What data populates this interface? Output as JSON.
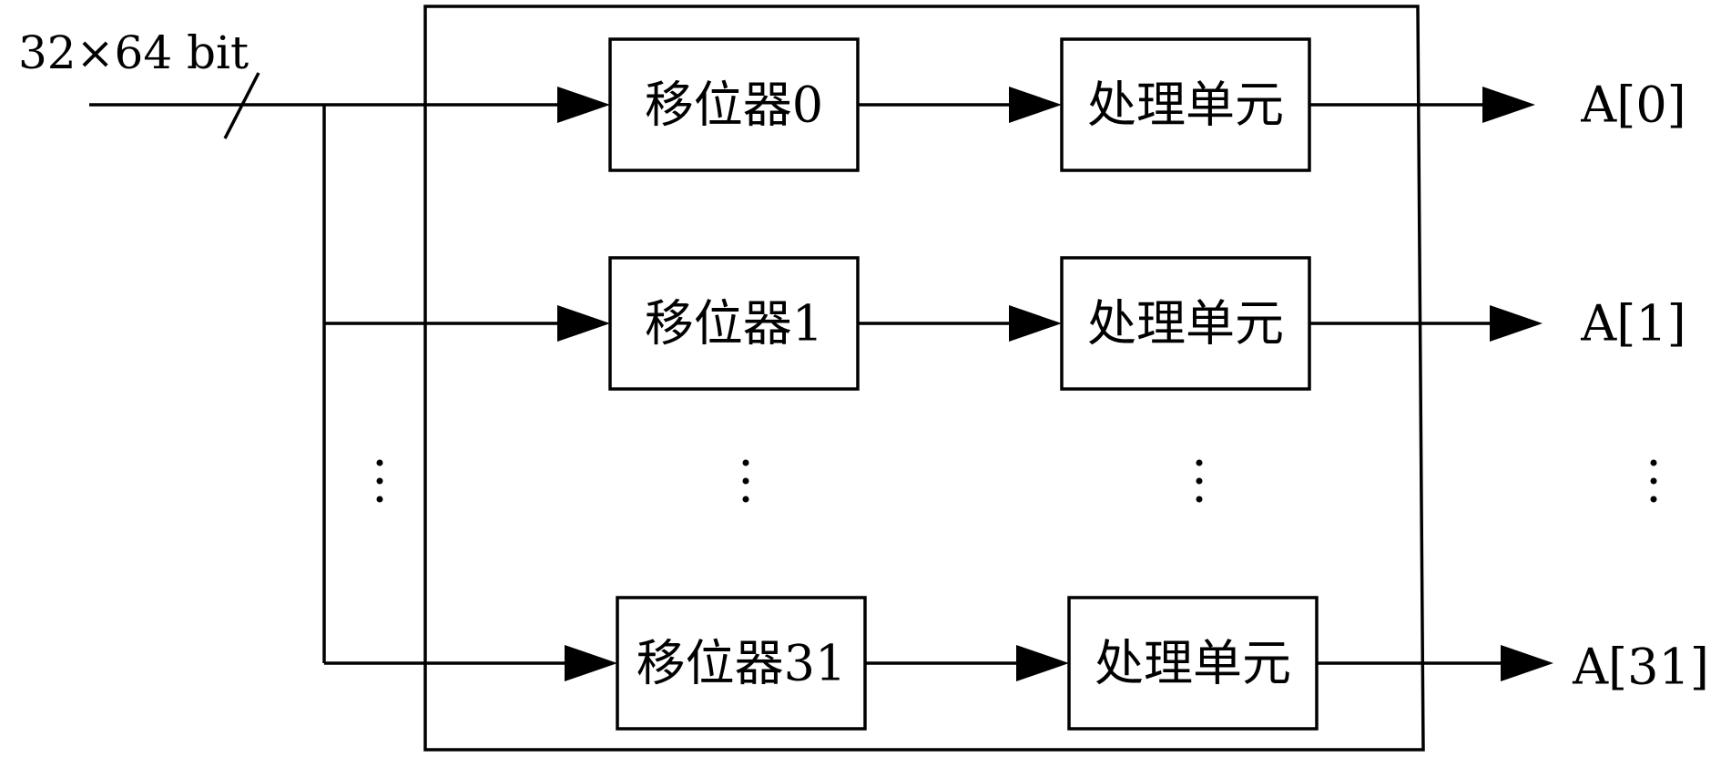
{
  "bus": {
    "label": "32×64 bit"
  },
  "rows": [
    {
      "shifter_label": "移位器0",
      "unit_label": "处理单元",
      "output_label": "A[0]"
    },
    {
      "shifter_label": "移位器1",
      "unit_label": "处理单元",
      "output_label": "A[1]"
    },
    {
      "shifter_label": "移位器31",
      "unit_label": "处理单元",
      "output_label": "A[31]"
    }
  ],
  "ellipsis_columns": 4
}
